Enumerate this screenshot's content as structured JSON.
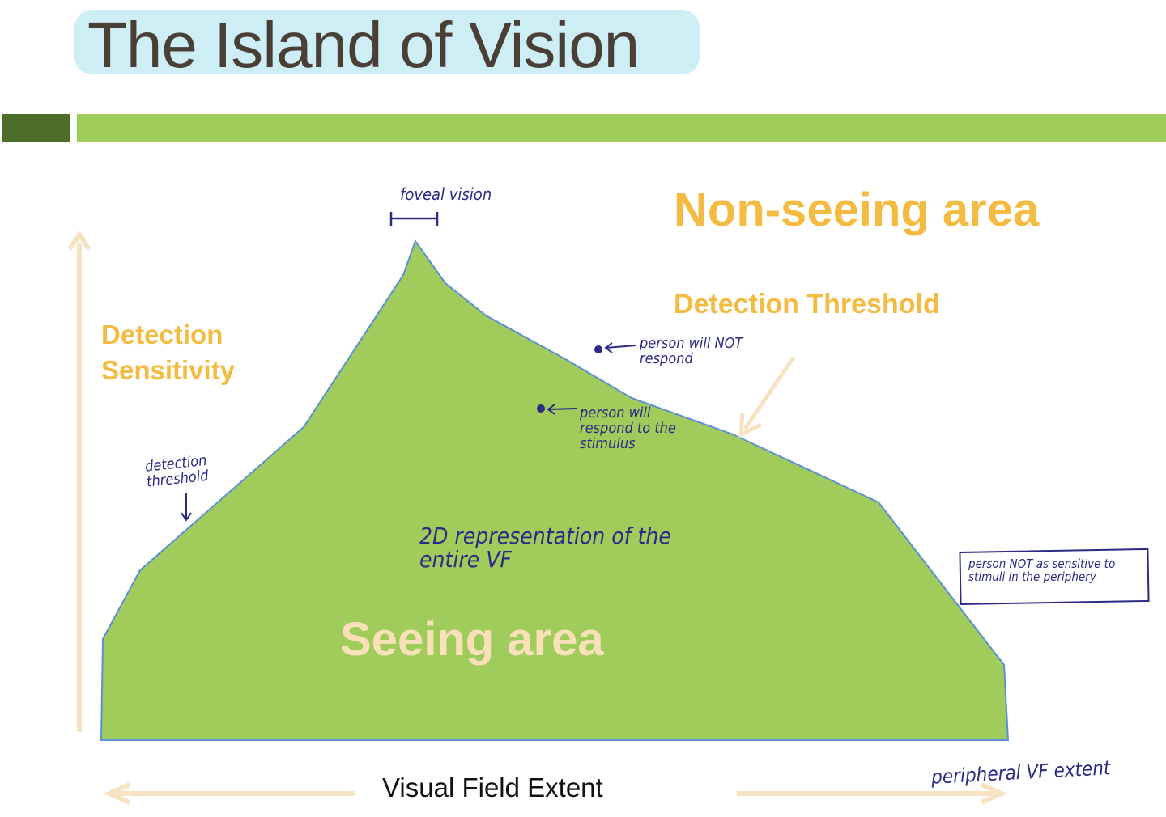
{
  "title": "The Island of Vision",
  "labels": {
    "non_seeing_area": "Non-seeing area",
    "detection_threshold": "Detection Threshold",
    "detection_sensitivity": "Detection Sensitivity",
    "seeing_area": "Seeing area",
    "visual_field_extent": "Visual Field Extent"
  },
  "handwritten_notes": {
    "foveal_vision": "foveal vision",
    "person_will_not_respond": "person will NOT respond",
    "person_will_respond": "person will respond to the stimulus",
    "detection_threshold": "detection threshold",
    "two_d_representation": "2D representation of the entire VF",
    "periphery_note": "person NOT as sensitive to stimuli in the periphery",
    "peripheral_vf_extent": "peripheral VF extent"
  },
  "colors": {
    "title_text": "#4a3f36",
    "title_highlight": "#c9ecf4",
    "bar_dark": "#4d6d2a",
    "bar_light": "#9fcc5a",
    "island_fill": "#9fcc5a",
    "island_outline": "#5b8fd6",
    "accent_label": "#f4bb42",
    "seeing_label": "#f8e1b8",
    "arrow": "#f7e2c2",
    "ink": "#2c2a86"
  }
}
